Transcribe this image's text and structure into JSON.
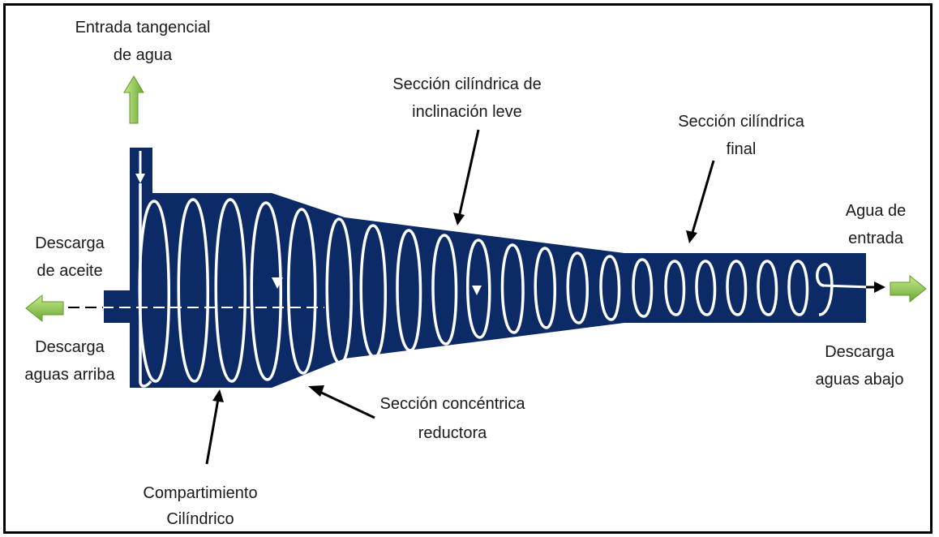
{
  "labels": {
    "tangential_inlet": [
      "Entrada tangencial",
      "de agua"
    ],
    "slight_incline_section": [
      "Sección cilíndrica de",
      "inclinación leve"
    ],
    "final_section": [
      "Sección cilíndrica",
      "final"
    ],
    "water_inlet": [
      "Agua de",
      "entrada"
    ],
    "oil_discharge": [
      "Descarga",
      "de aceite"
    ],
    "upstream_discharge": [
      "Descarga",
      "aguas arriba"
    ],
    "downstream_discharge": [
      "Descarga",
      "aguas abajo"
    ],
    "concentric_reducer": [
      "Sección concéntrica",
      "reductora"
    ],
    "cylindrical_compartment": [
      "Compartimiento",
      "Cilíndrico"
    ]
  },
  "colors": {
    "body_fill": "#0b2a66",
    "flow_line": "#ffffff",
    "arrow_green_light": "#a8d86a",
    "arrow_green_dark": "#5c9a2a",
    "pointer": "#000000"
  }
}
